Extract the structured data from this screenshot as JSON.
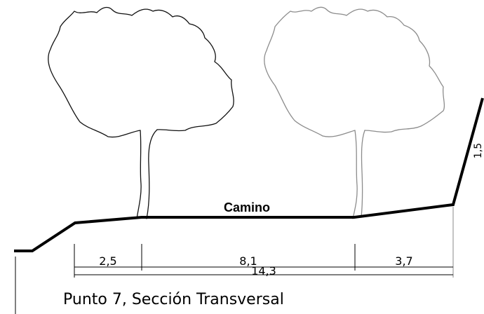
{
  "road_label": "Camino",
  "caption": "Punto 7, Sección Transversal",
  "dimensions": {
    "left_shoulder": "2,5",
    "road_width": "8,1",
    "right_shoulder": "3,7",
    "total_width": "14,3"
  },
  "right_edge_partial_label": "1,5",
  "colors": {
    "tree_left": "#111111",
    "tree_right": "#8c8c8c",
    "ground": "#000000"
  }
}
